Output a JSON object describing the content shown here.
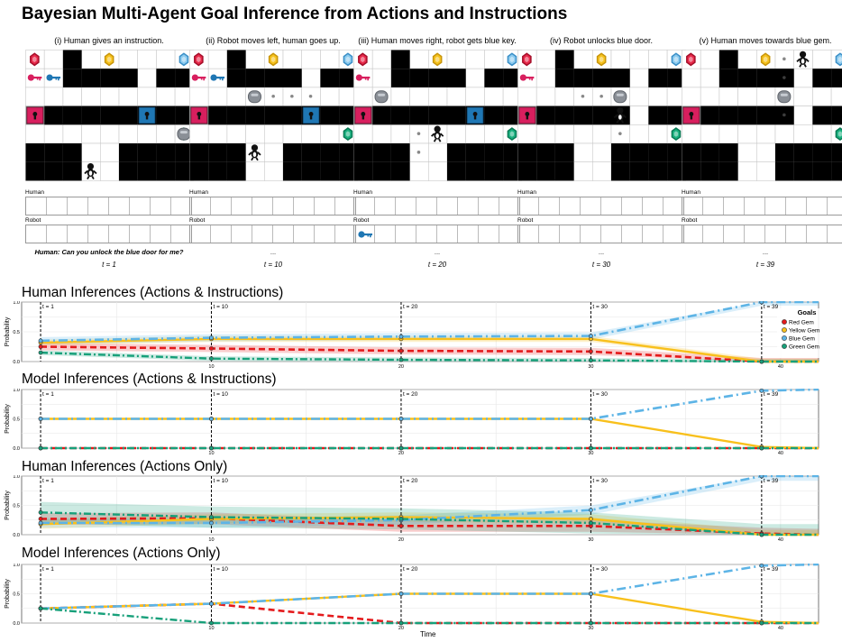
{
  "title": "Bayesian Multi-Agent Goal Inference from Actions and Instructions",
  "panels": [
    {
      "caption": "(i) Human gives an instruction.",
      "utterance": "Human: Can you unlock the blue door for me?",
      "t": "t = 1",
      "human_label": "Human",
      "robot_label": "Robot"
    },
    {
      "caption": "(ii) Robot moves left, human goes up.",
      "utterance": "...",
      "t": "t = 10",
      "human_label": "Human",
      "robot_label": "Robot"
    },
    {
      "caption": "(iii) Human moves right, robot gets blue key.",
      "utterance": "...",
      "t": "t = 20",
      "human_label": "Human",
      "robot_label": "Robot"
    },
    {
      "caption": "(iv) Robot unlocks blue door.",
      "utterance": "...",
      "t": "t = 30",
      "human_label": "Human",
      "robot_label": "Robot"
    },
    {
      "caption": "(v) Human moves towards blue gem.",
      "utterance": "...",
      "t": "t = 39",
      "human_label": "Human",
      "robot_label": "Robot"
    }
  ],
  "colors": {
    "red": "#e41a1c",
    "yellow": "#f8c01c",
    "blue": "#5db4e6",
    "green": "#17a07a",
    "door_red": "#d81f5e",
    "door_blue": "#1f77b4"
  },
  "legend": {
    "title": "Goals",
    "items": [
      "Red Gem",
      "Yellow Gem",
      "Blue Gem",
      "Green Gem"
    ]
  },
  "xlabel": "Time",
  "ylabel": "Probability",
  "chart_data": [
    {
      "type": "line",
      "title": "Human Inferences (Actions & Instructions)",
      "xlim": [
        0,
        42
      ],
      "ylim": [
        0,
        1
      ],
      "xticks": [
        10,
        20,
        30,
        40
      ],
      "yticks": [
        "0.0",
        "0.5",
        "1.0"
      ],
      "vlines": [
        {
          "x": 1,
          "label": "t = 1"
        },
        {
          "x": 10,
          "label": "t = 10"
        },
        {
          "x": 20,
          "label": "t = 20"
        },
        {
          "x": 30,
          "label": "t = 30"
        },
        {
          "x": 39,
          "label": "t = 39"
        }
      ],
      "x": [
        1,
        10,
        20,
        30,
        39,
        42
      ],
      "series": [
        {
          "name": "Red Gem",
          "color": "red",
          "values": [
            0.25,
            0.22,
            0.18,
            0.17,
            0.0,
            0.0
          ],
          "band": 0.06
        },
        {
          "name": "Yellow Gem",
          "color": "yellow",
          "values": [
            0.32,
            0.38,
            0.38,
            0.38,
            0.0,
            0.0
          ],
          "band": 0.05
        },
        {
          "name": "Blue Gem",
          "color": "blue",
          "values": [
            0.35,
            0.4,
            0.42,
            0.43,
            1.0,
            1.0
          ],
          "band": 0.06
        },
        {
          "name": "Green Gem",
          "color": "green",
          "values": [
            0.15,
            0.05,
            0.03,
            0.02,
            0.0,
            0.0
          ],
          "band": 0.04
        }
      ]
    },
    {
      "type": "line",
      "title": "Model Inferences (Actions & Instructions)",
      "xlim": [
        0,
        42
      ],
      "ylim": [
        0,
        1
      ],
      "xticks": [
        10,
        20,
        30,
        40
      ],
      "yticks": [
        "0.0",
        "0.5",
        "1.0"
      ],
      "vlines": [
        {
          "x": 1,
          "label": "t = 1"
        },
        {
          "x": 10,
          "label": "t = 10"
        },
        {
          "x": 20,
          "label": "t = 20"
        },
        {
          "x": 30,
          "label": "t = 30"
        },
        {
          "x": 39,
          "label": "t = 39"
        }
      ],
      "x": [
        1,
        10,
        20,
        30,
        39,
        42
      ],
      "series": [
        {
          "name": "Red Gem",
          "color": "red",
          "values": [
            0.0,
            0.0,
            0.0,
            0.0,
            0.0,
            0.0
          ]
        },
        {
          "name": "Yellow Gem",
          "color": "yellow",
          "values": [
            0.5,
            0.5,
            0.5,
            0.5,
            0.02,
            0.0
          ]
        },
        {
          "name": "Blue Gem",
          "color": "blue",
          "values": [
            0.5,
            0.5,
            0.5,
            0.5,
            0.98,
            1.0
          ]
        },
        {
          "name": "Green Gem",
          "color": "green",
          "values": [
            0.0,
            0.0,
            0.0,
            0.0,
            0.0,
            0.0
          ]
        }
      ]
    },
    {
      "type": "line",
      "title": "Human Inferences (Actions Only)",
      "xlim": [
        0,
        42
      ],
      "ylim": [
        0,
        1
      ],
      "xticks": [
        10,
        20,
        30,
        40
      ],
      "yticks": [
        "0.0",
        "0.5",
        "1.0"
      ],
      "vlines": [
        {
          "x": 1,
          "label": "t = 1"
        },
        {
          "x": 10,
          "label": "t = 10"
        },
        {
          "x": 20,
          "label": "t = 20"
        },
        {
          "x": 30,
          "label": "t = 30"
        },
        {
          "x": 39,
          "label": "t = 39"
        }
      ],
      "x": [
        1,
        10,
        20,
        30,
        39,
        42
      ],
      "series": [
        {
          "name": "Red Gem",
          "color": "red",
          "values": [
            0.27,
            0.28,
            0.15,
            0.15,
            0.02,
            0.0
          ],
          "band": 0.1
        },
        {
          "name": "Yellow Gem",
          "color": "yellow",
          "values": [
            0.18,
            0.27,
            0.3,
            0.27,
            0.0,
            0.0
          ],
          "band": 0.08
        },
        {
          "name": "Blue Gem",
          "color": "blue",
          "values": [
            0.2,
            0.2,
            0.25,
            0.42,
            1.0,
            1.0
          ],
          "band": 0.08
        },
        {
          "name": "Green Gem",
          "color": "green",
          "values": [
            0.38,
            0.3,
            0.27,
            0.2,
            0.0,
            0.0
          ],
          "band": 0.18
        }
      ]
    },
    {
      "type": "line",
      "title": "Model Inferences (Actions Only)",
      "xlim": [
        0,
        42
      ],
      "ylim": [
        0,
        1
      ],
      "xticks": [
        10,
        20,
        30,
        40
      ],
      "yticks": [
        "0.0",
        "0.5",
        "1.0"
      ],
      "vlines": [
        {
          "x": 1,
          "label": "t = 1"
        },
        {
          "x": 10,
          "label": "t = 10"
        },
        {
          "x": 20,
          "label": "t = 20"
        },
        {
          "x": 30,
          "label": "t = 30"
        },
        {
          "x": 39,
          "label": "t = 39"
        }
      ],
      "x": [
        1,
        10,
        20,
        30,
        39,
        42
      ],
      "series": [
        {
          "name": "Red Gem",
          "color": "red",
          "values": [
            0.25,
            0.33,
            0.0,
            0.0,
            0.0,
            0.0
          ]
        },
        {
          "name": "Yellow Gem",
          "color": "yellow",
          "values": [
            0.25,
            0.33,
            0.5,
            0.5,
            0.02,
            0.0
          ]
        },
        {
          "name": "Blue Gem",
          "color": "blue",
          "values": [
            0.25,
            0.33,
            0.5,
            0.5,
            0.98,
            1.0
          ]
        },
        {
          "name": "Green Gem",
          "color": "green",
          "values": [
            0.25,
            0.0,
            0.0,
            0.0,
            0.0,
            0.0
          ]
        }
      ]
    }
  ]
}
